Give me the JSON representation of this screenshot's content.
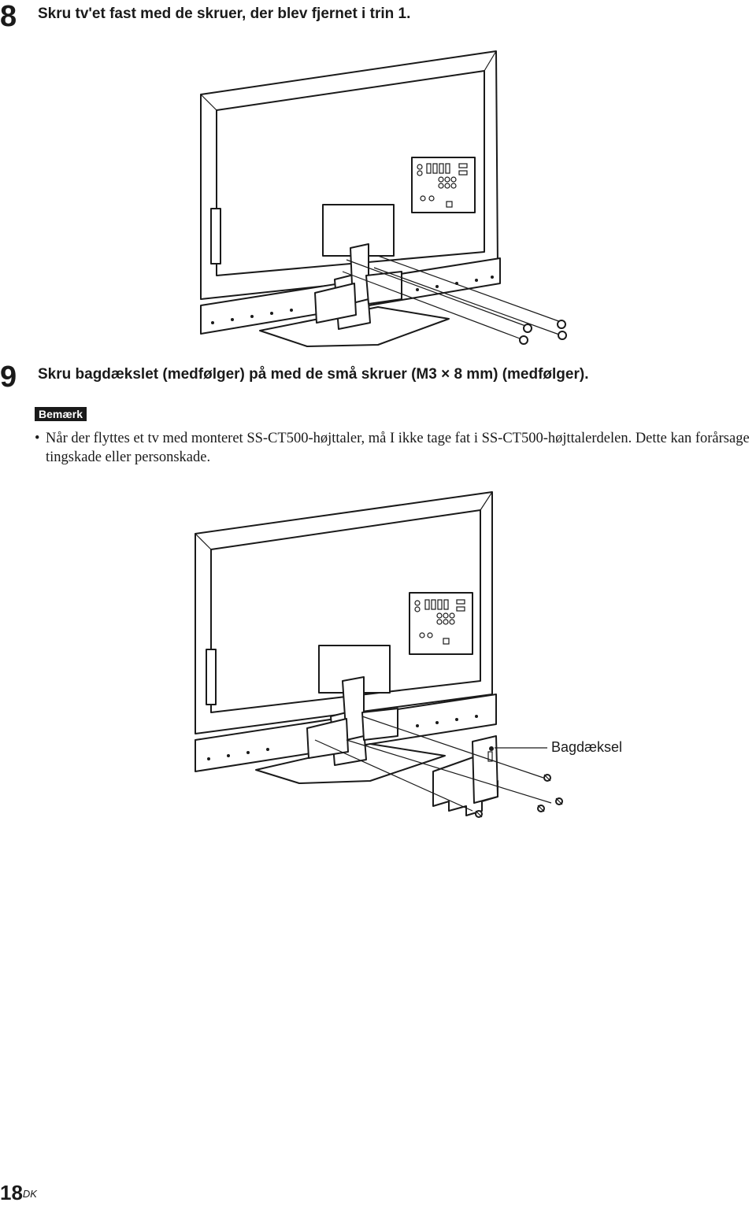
{
  "step8": {
    "number": "8",
    "text": "Skru tv'et fast med de skruer, der blev fjernet i trin 1."
  },
  "step9": {
    "number": "9",
    "text": "Skru bagdækslet (medfølger) på med de små skruer (M3 × 8 mm) (medfølger)."
  },
  "note": {
    "badge": "Bemærk",
    "bullet": "•",
    "text": "Når der flyttes et tv med monteret SS-CT500-højttaler, må I ikke tage fat i SS-CT500-højttalerdelen. Dette kan forårsage tingskade eller personskade."
  },
  "illustration2": {
    "callout": "Bagdæksel"
  },
  "footer": {
    "page_number": "18",
    "page_suffix": "DK"
  }
}
